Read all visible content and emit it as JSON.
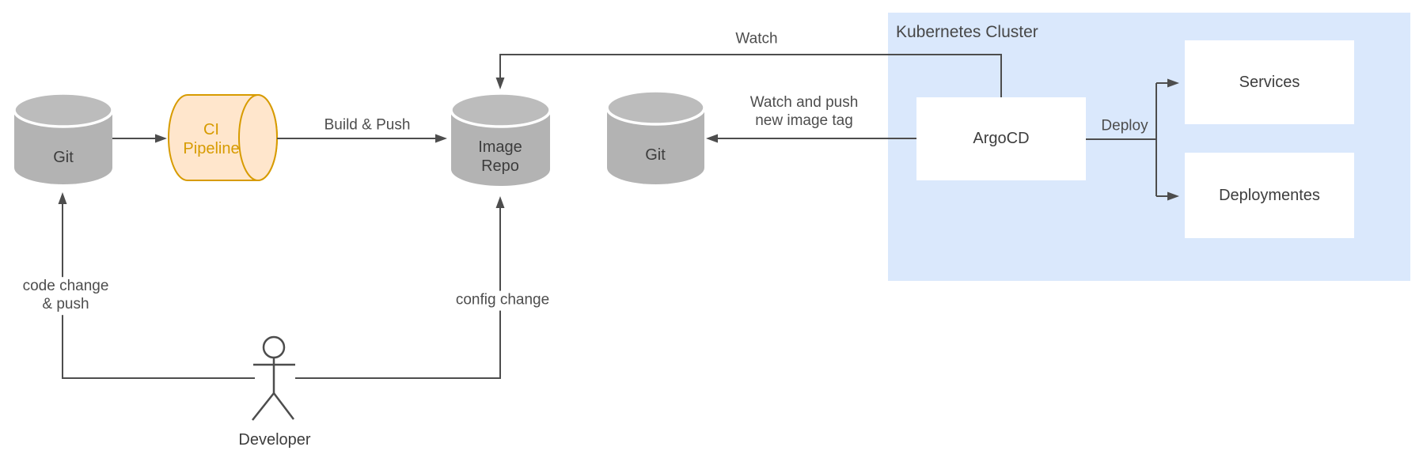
{
  "nodes": {
    "git_source": {
      "label": "Git",
      "shape": "cylinder"
    },
    "ci_pipeline": {
      "label": "CI\nPipeline",
      "shape": "horizontal-cylinder"
    },
    "image_repo": {
      "label": "Image\nRepo",
      "shape": "cylinder"
    },
    "git_config": {
      "label": "Git",
      "shape": "cylinder"
    },
    "kubernetes_cluster": {
      "label": "Kubernetes Cluster",
      "shape": "container"
    },
    "argocd": {
      "label": "ArgoCD",
      "shape": "rectangle"
    },
    "services": {
      "label": "Services",
      "shape": "rectangle"
    },
    "deployments": {
      "label": "Deploymentes",
      "shape": "rectangle"
    },
    "developer": {
      "label": "Developer",
      "shape": "actor"
    }
  },
  "edges": {
    "git_to_ci": {
      "label": "",
      "from": "git_source",
      "to": "ci_pipeline"
    },
    "build_push": {
      "label": "Build & Push",
      "from": "ci_pipeline",
      "to": "image_repo"
    },
    "watch": {
      "label": "Watch",
      "from": "argocd",
      "to": "image_repo"
    },
    "watch_push_tag": {
      "label": "Watch and push\nnew image tag",
      "from": "argocd",
      "to": "git_config"
    },
    "deploy": {
      "label": "Deploy",
      "from": "argocd",
      "to": "services_and_deployments"
    },
    "code_change": {
      "label": "code change\n& push",
      "from": "developer",
      "to": "git_source"
    },
    "config_change": {
      "label": "config change",
      "from": "developer",
      "to": "image_repo"
    }
  },
  "colors": {
    "cluster_bg": "#dae8fc",
    "node_gray_body": "#b3b3b3",
    "node_gray_top": "#bcbcbc",
    "pipeline_fill": "#ffe6cc",
    "pipeline_stroke": "#d79b00",
    "pipeline_text": "#d79b00",
    "box_fill": "#ffffff",
    "line": "#4d4d4d",
    "node_text": "#3d3d3d",
    "edge_text": "#4d4d4d"
  }
}
